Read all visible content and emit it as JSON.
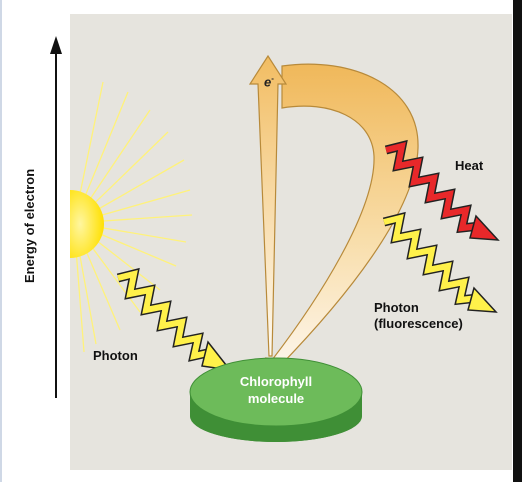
{
  "axis": {
    "label": "Energy of electron"
  },
  "labels": {
    "photon_in": "Photon",
    "heat": "Heat",
    "photon_out_line1": "Photon",
    "photon_out_line2": "(fluorescence)",
    "electron": "e",
    "electron_charge": "-",
    "molecule_line1": "Chlorophyll",
    "molecule_line2": "molecule"
  },
  "colors": {
    "panel_bg": "#e6e4de",
    "sun": "#ffe000",
    "sun_rays": "#fff27a",
    "photon_arrow": "#fff14a",
    "heat_arrow": "#e8282a",
    "molecule_top": "#6dbb5a",
    "molecule_side": "#3f8f36",
    "electron_path": "#f2c26e",
    "right_bar": "#111111"
  },
  "icons": [
    "sun-icon",
    "up-arrow-icon",
    "wavy-arrow-icon"
  ]
}
